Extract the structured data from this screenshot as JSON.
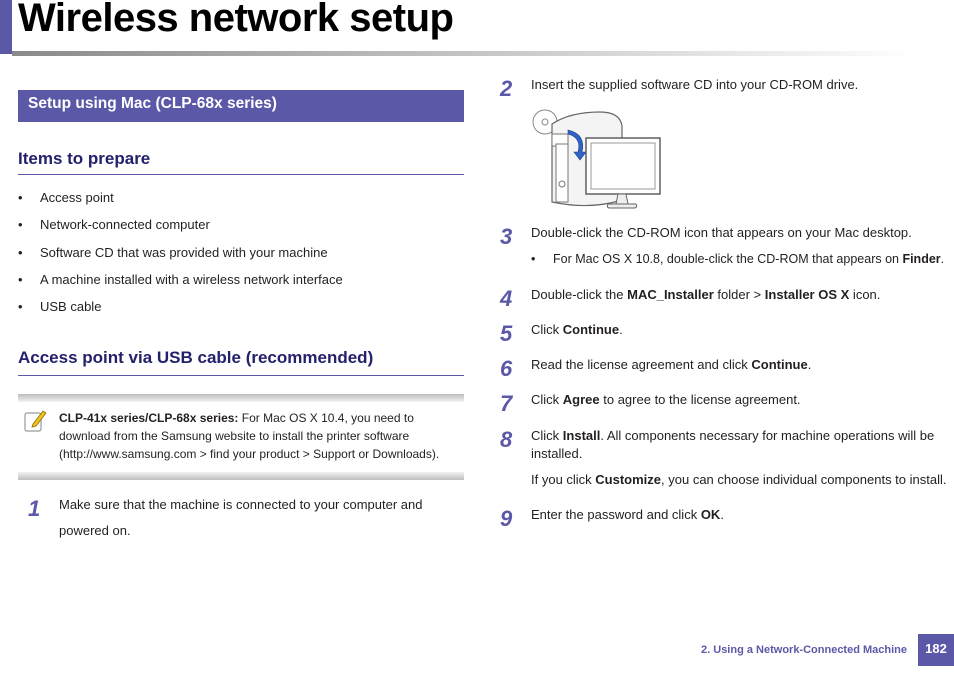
{
  "header": {
    "title": "Wireless network setup"
  },
  "section": {
    "title": "Setup using Mac (CLP-68x series)"
  },
  "items_to_prepare": {
    "heading": "Items to prepare",
    "items": [
      "Access point",
      "Network-connected computer",
      "Software CD that was provided with your machine",
      "A machine installed with a wireless network interface",
      "USB cable"
    ]
  },
  "access_point": {
    "heading": "Access point via USB cable (recommended)",
    "note": {
      "bold": "CLP-41x series/CLP-68x series:",
      "text": " For Mac OS X 10.4, you need to download from the Samsung website to install the printer software (http://www.samsung.com > find your product > Support or Downloads)."
    }
  },
  "steps": {
    "s1": {
      "num": "1",
      "line1": "Make sure that the machine is connected to your computer and",
      "line2": "powered on."
    },
    "s2": {
      "num": "2",
      "text": "Insert the supplied software CD into your CD-ROM drive."
    },
    "s3": {
      "num": "3",
      "text": "Double-click the CD-ROM icon that appears on your Mac desktop.",
      "sub_pre": "For Mac OS X 10.8, double-click the CD-ROM that appears on ",
      "sub_bold": "Finder",
      "sub_post": "."
    },
    "s4": {
      "num": "4",
      "pre": "Double-click the ",
      "bold1": "MAC_Installer",
      "mid": " folder > ",
      "bold2": "Installer OS X",
      "post": " icon."
    },
    "s5": {
      "num": "5",
      "pre": "Click ",
      "bold": "Continue",
      "post": "."
    },
    "s6": {
      "num": "6",
      "pre": "Read the license agreement and click ",
      "bold": "Continue",
      "post": "."
    },
    "s7": {
      "num": "7",
      "pre": "Click ",
      "bold": "Agree",
      "post": " to agree to the license agreement."
    },
    "s8": {
      "num": "8",
      "pre": "Click ",
      "bold": "Install",
      "post": ". All components necessary for machine operations will be",
      "line2": "installed.",
      "extra_pre": "If you click ",
      "extra_bold": "Customize",
      "extra_post": ", you can choose individual components to install."
    },
    "s9": {
      "num": "9",
      "pre": "Enter the password and click ",
      "bold": "OK",
      "post": "."
    }
  },
  "footer": {
    "chapter": "2.  Using a Network-Connected Machine",
    "page": "182"
  },
  "colors": {
    "accent": "#5b58a8",
    "heading": "#23206c"
  },
  "icons": {
    "note": "note-pencil-icon",
    "illustration": "computer-cd-insert-illustration"
  }
}
